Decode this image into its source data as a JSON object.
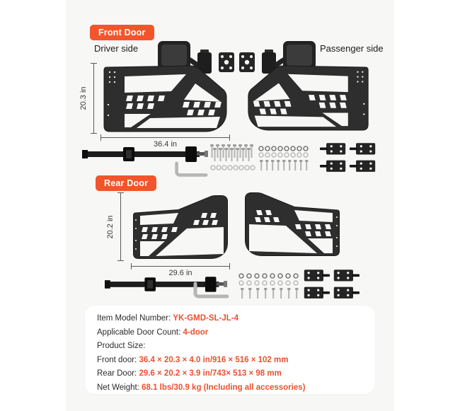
{
  "colors": {
    "accent": "#F2552C",
    "value_text": "#E9512E",
    "canvas_bg": "#F7F7F6",
    "card_bg": "#FFFFFF",
    "door_color": "#2E2E2E"
  },
  "front_section": {
    "badge": "Front Door",
    "driver_label": "Driver side",
    "passenger_label": "Passenger side",
    "height_label": "20.3 in",
    "width_label": "36.4 in"
  },
  "rear_section": {
    "badge": "Rear Door",
    "height_label": "20.2 in",
    "width_label": "29.6 in"
  },
  "spec_card": {
    "rows": [
      {
        "label": "Item Model Number: ",
        "value": "YK-GMD-SL-JL-4"
      },
      {
        "label": "Applicable Door Count: ",
        "value": "4-door"
      },
      {
        "label": "Product Size:",
        "value": ""
      },
      {
        "label": "Front door: ",
        "value": "36.4 × 20.3 × 4.0 in/916 × 516 × 102 mm"
      },
      {
        "label": "Rear Door: ",
        "value": "29.6 × 20.2 × 3.9 in/743× 513 × 98 mm"
      },
      {
        "label": "Net Weight: ",
        "value": "68.1 lbs/30.9 kg  (Including all accessories)"
      }
    ]
  },
  "icons": {
    "mirror-icon": "side mirror with mounting bracket and plate",
    "tube-door-icon": "tubular half door with vent mesh",
    "strap-icon": "door limit strap with buckle",
    "hex-key-icon": "L-shaped allen key",
    "fastener-set-icon": "bolts, washers and nuts",
    "hinge-icon": "pair of hinge plates with pins"
  }
}
